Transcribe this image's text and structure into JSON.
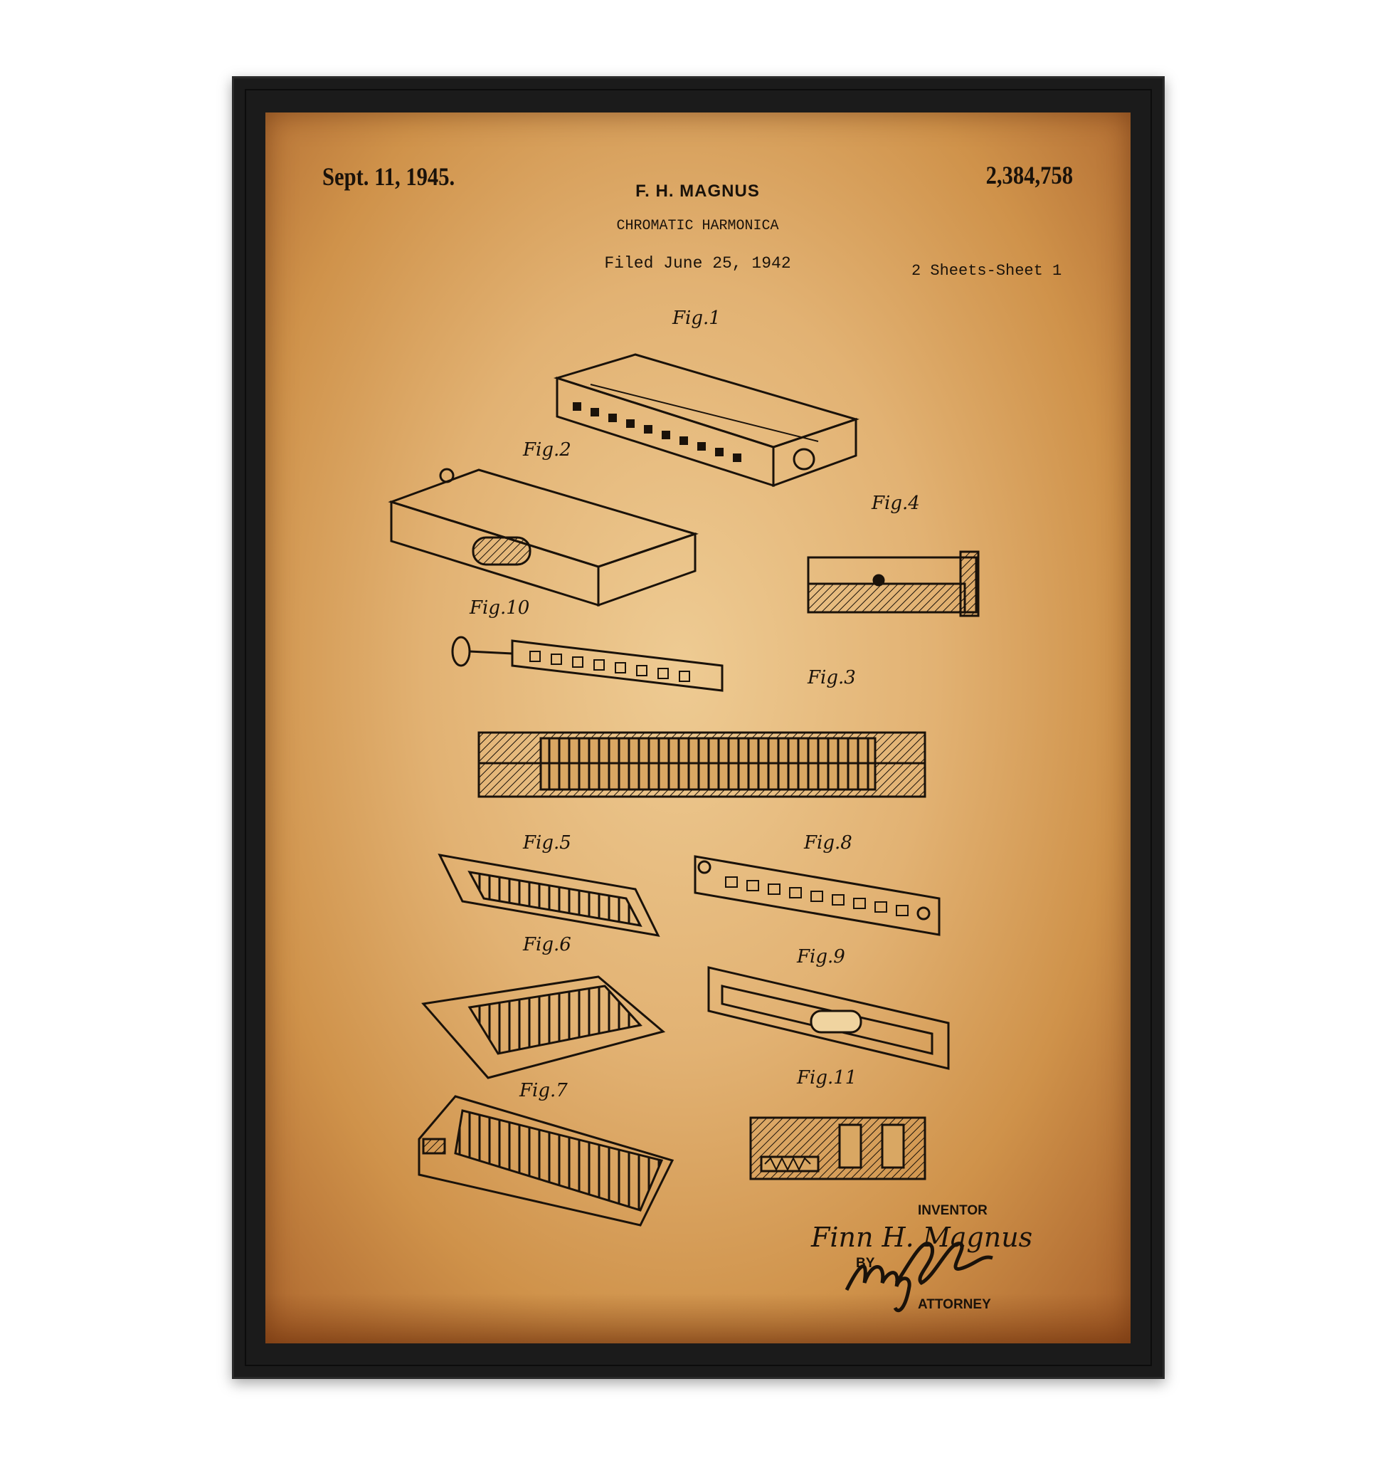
{
  "patent": {
    "date": "Sept. 11, 1945.",
    "number": "2,384,758",
    "inventor_name": "F. H. MAGNUS",
    "title": "CHROMATIC HARMONICA",
    "filed": "Filed June 25, 1942",
    "sheets": "2 Sheets-Sheet 1"
  },
  "figures": [
    {
      "id": "fig1",
      "label": "Fig.1"
    },
    {
      "id": "fig2",
      "label": "Fig.2"
    },
    {
      "id": "fig4",
      "label": "Fig.4"
    },
    {
      "id": "fig10",
      "label": "Fig.10"
    },
    {
      "id": "fig3",
      "label": "Fig.3"
    },
    {
      "id": "fig5",
      "label": "Fig.5"
    },
    {
      "id": "fig8",
      "label": "Fig.8"
    },
    {
      "id": "fig6",
      "label": "Fig.6"
    },
    {
      "id": "fig9",
      "label": "Fig.9"
    },
    {
      "id": "fig7",
      "label": "Fig.7"
    },
    {
      "id": "fig11",
      "label": "Fig.11"
    }
  ],
  "signature_block": {
    "inventor_caption": "INVENTOR",
    "inventor_signature": "Finn H. Magnus",
    "by": "BY",
    "attorney_caption": "ATTORNEY"
  },
  "colors": {
    "frame": "#1b1b1b",
    "paper": "#e2b273",
    "ink": "#1a120a"
  }
}
